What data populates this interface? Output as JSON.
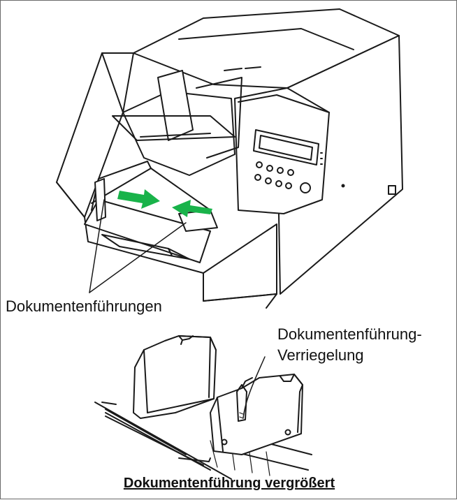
{
  "labels": {
    "document_guides": "Dokumentenführungen",
    "guide_lock_line1": "Dokumentenführung-",
    "guide_lock_line2": "Verriegelung"
  },
  "caption": "Dokumentenführung vergrößert",
  "colors": {
    "line": "#1a1a1a",
    "arrow": "#19b34a",
    "frame": "#6a6a6a"
  },
  "icons": [
    "scanner-illustration",
    "direction-arrow-icon",
    "guide-closeup-illustration"
  ]
}
